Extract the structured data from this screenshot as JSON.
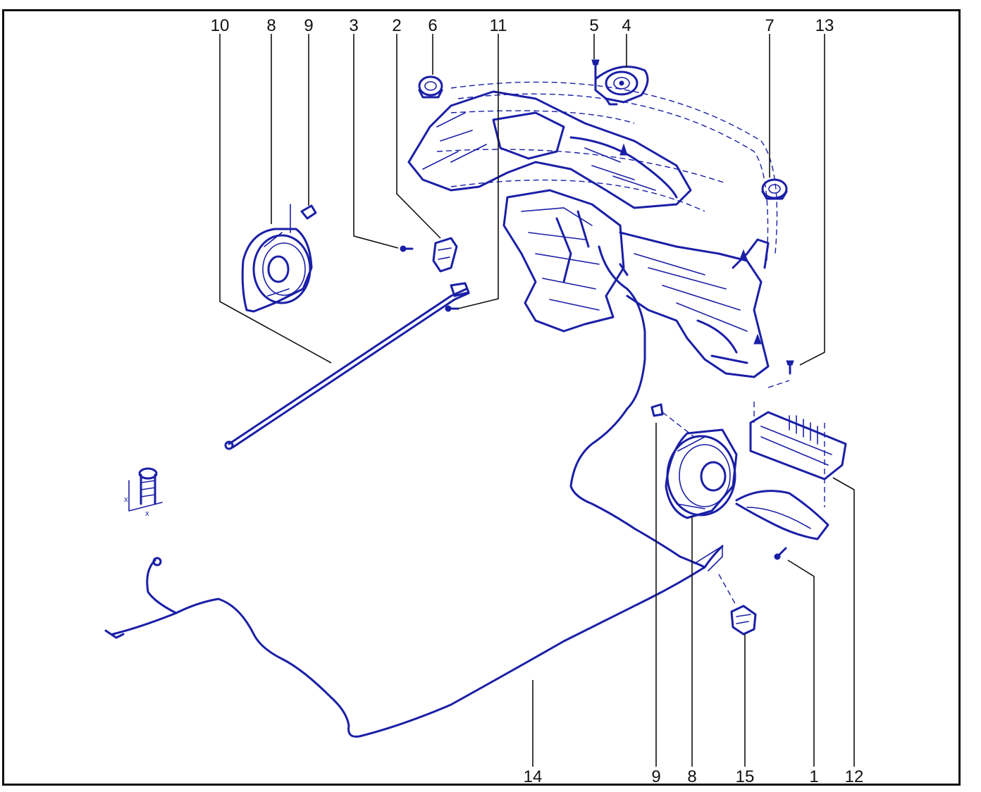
{
  "colors": {
    "parts": "#1a1fa6",
    "labels": "#111111",
    "background": "#ffffff"
  },
  "callouts": {
    "top": [
      "10",
      "8",
      "9",
      "3",
      "2",
      "6",
      "11",
      "5",
      "4",
      "7",
      "13"
    ],
    "bottom": [
      "14",
      "9",
      "8",
      "15",
      "1",
      "12"
    ]
  },
  "torque_symbol": {
    "axis_mark": "x"
  }
}
